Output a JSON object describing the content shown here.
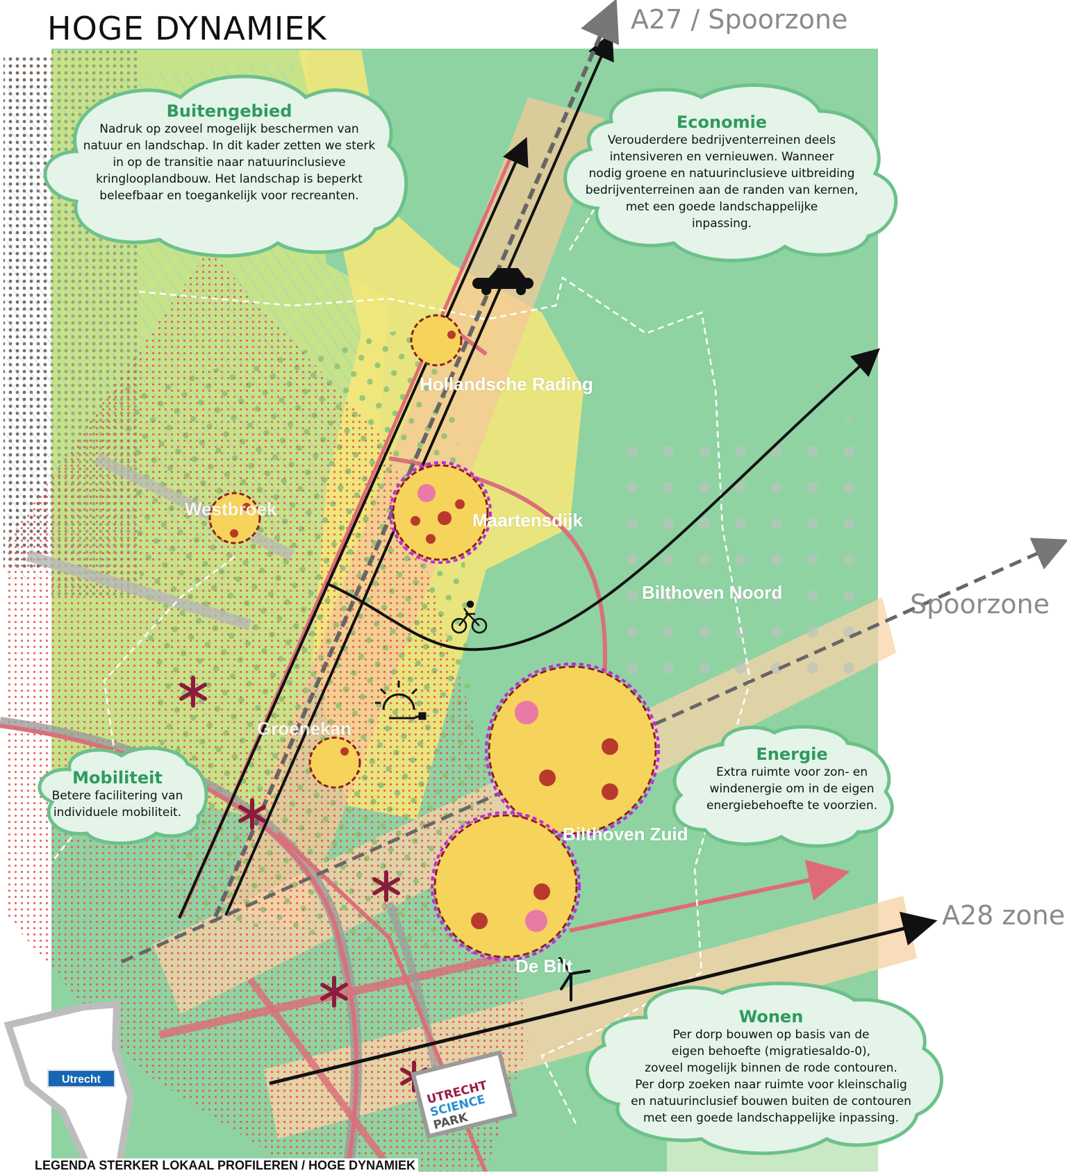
{
  "title": "HOGE DYNAMIEK",
  "routes": {
    "a27": "A27 / Spoorzone",
    "spoorzone": "Spoorzone",
    "a28": "A28 zone"
  },
  "places": {
    "hollandsche_rading": "Hollandsche Rading",
    "maartensdijk": "Maartensdijk",
    "bilthoven_noord": "Bilthoven Noord",
    "bilthoven_zuid": "Bilthoven Zuid",
    "de_bilt": "De Bilt",
    "westbroek": "Westbroek",
    "groenekan": "Groenekan",
    "utrecht": "Utrecht"
  },
  "clouds": {
    "buitengebied": {
      "title": "Buitengebied",
      "lines": [
        "Nadruk op zoveel mogelijk beschermen van",
        "natuur en landschap. In dit kader zetten we sterk",
        "in op de transitie naar natuurinclusieve",
        "kringlooplandbouw. Het landschap is beperkt",
        "beleefbaar en toegankelijk voor recreanten."
      ]
    },
    "economie": {
      "title": "Economie",
      "lines": [
        "Verouderdere bedrijventerreinen deels",
        "intensiveren en vernieuwen.  Wanneer",
        "nodig groene en natuurinclusieve uitbreiding",
        "bedrijventerreinen aan de randen van kernen,",
        "met een goede landschappelijke",
        "inpassing."
      ]
    },
    "mobiliteit": {
      "title": "Mobiliteit",
      "lines": [
        "Betere facilitering van",
        "individuele mobiliteit."
      ]
    },
    "energie": {
      "title": "Energie",
      "lines": [
        "Extra ruimte voor zon- en",
        "windenergie om in de eigen",
        "energiebehoefte te voorzien."
      ]
    },
    "wonen": {
      "title": "Wonen",
      "lines": [
        "Per dorp bouwen op basis van de",
        "eigen behoefte (migratiesaldo-0),",
        "zoveel mogelijk binnen de rode contouren.",
        "Per dorp zoeken naar ruimte voor kleinschalig",
        "en natuurinclusief bouwen buiten de contouren",
        "met een goede landschappelijke inpassing."
      ]
    }
  },
  "usp_logo": {
    "line1": "UTRECHT",
    "line2": "SCIENCE",
    "line3": "PARK"
  },
  "legend_caption": "LEGENDA STERKER LOKAAL PROFILEREN / HOGE DYNAMIEK",
  "icons": [
    "car-icon",
    "bicycle-icon",
    "solar-plug-icon",
    "wind-turbine-icon",
    "asterisk-icon"
  ],
  "colors": {
    "nature_green": "#8fd3a3",
    "agri_green": "#c6e38a",
    "urban_yellow": "#f3e77a",
    "zone_peach": "#f8d3a8",
    "infra_red": "#d9707a",
    "cloud_fill": "#e4f4e9",
    "cloud_stroke": "#6cc18a",
    "cloud_title": "#2f9a5e",
    "kern_yellow": "#f6d35a",
    "kern_border": "#8b1e1e",
    "contour_purple": "#c02ad8"
  }
}
